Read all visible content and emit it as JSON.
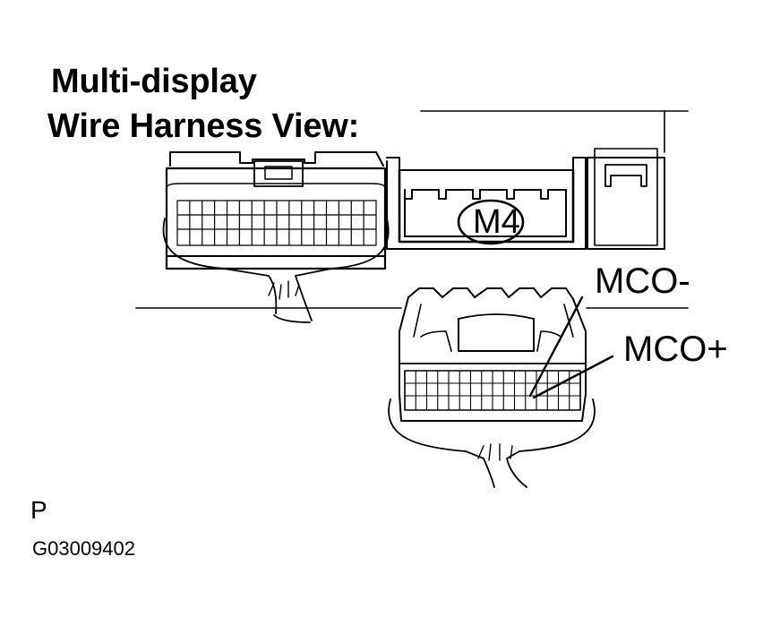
{
  "title": {
    "line1": "Multi-display",
    "line2": "Wire Harness View:"
  },
  "connector_label": "M4",
  "pin_labels": {
    "mco_minus": "MCO-",
    "mco_plus": "MCO+"
  },
  "footer": {
    "letter": "P",
    "figure_code": "G03009402"
  }
}
